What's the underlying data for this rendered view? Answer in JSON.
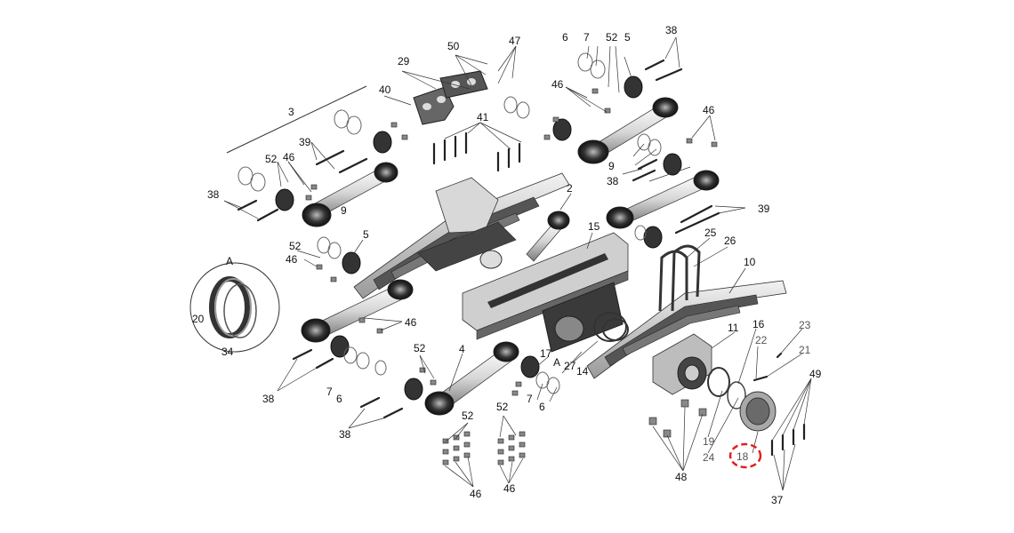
{
  "diagram": {
    "part_labels": {
      "p2": "2",
      "p3": "3",
      "p4": "4",
      "p5a": "5",
      "p5b": "5",
      "p6a": "6",
      "p6b": "6",
      "p6c": "6",
      "p7a": "7",
      "p7b": "7",
      "p7c": "7",
      "p9a": "9",
      "p9b": "9",
      "p10": "10",
      "p11": "11",
      "p14": "14",
      "p15": "15",
      "p16": "16",
      "p17": "17",
      "p18": "18",
      "p19": "19",
      "p20": "20",
      "p21": "21",
      "p22": "22",
      "p23": "23",
      "p24": "24",
      "p25": "25",
      "p26": "26",
      "p27": "27",
      "p29": "29",
      "p34": "34",
      "p37": "37",
      "p38a": "38",
      "p38b": "38",
      "p38c": "38",
      "p38d": "38",
      "p38e": "38",
      "p39a": "39",
      "p39b": "39",
      "p40": "40",
      "p41": "41",
      "p46a": "46",
      "p46b": "46",
      "p46c": "46",
      "p46d": "46",
      "p46e": "46",
      "p46f": "46",
      "p46g": "46",
      "p47": "47",
      "p48": "48",
      "p49": "49",
      "p50": "50",
      "p52a": "52",
      "p52b": "52",
      "p52c": "52",
      "p52d": "52",
      "p52e": "52",
      "p52f": "52",
      "detail_a_title": "A",
      "detail_a_marker": "A"
    },
    "highlight_color": "#e02020"
  }
}
